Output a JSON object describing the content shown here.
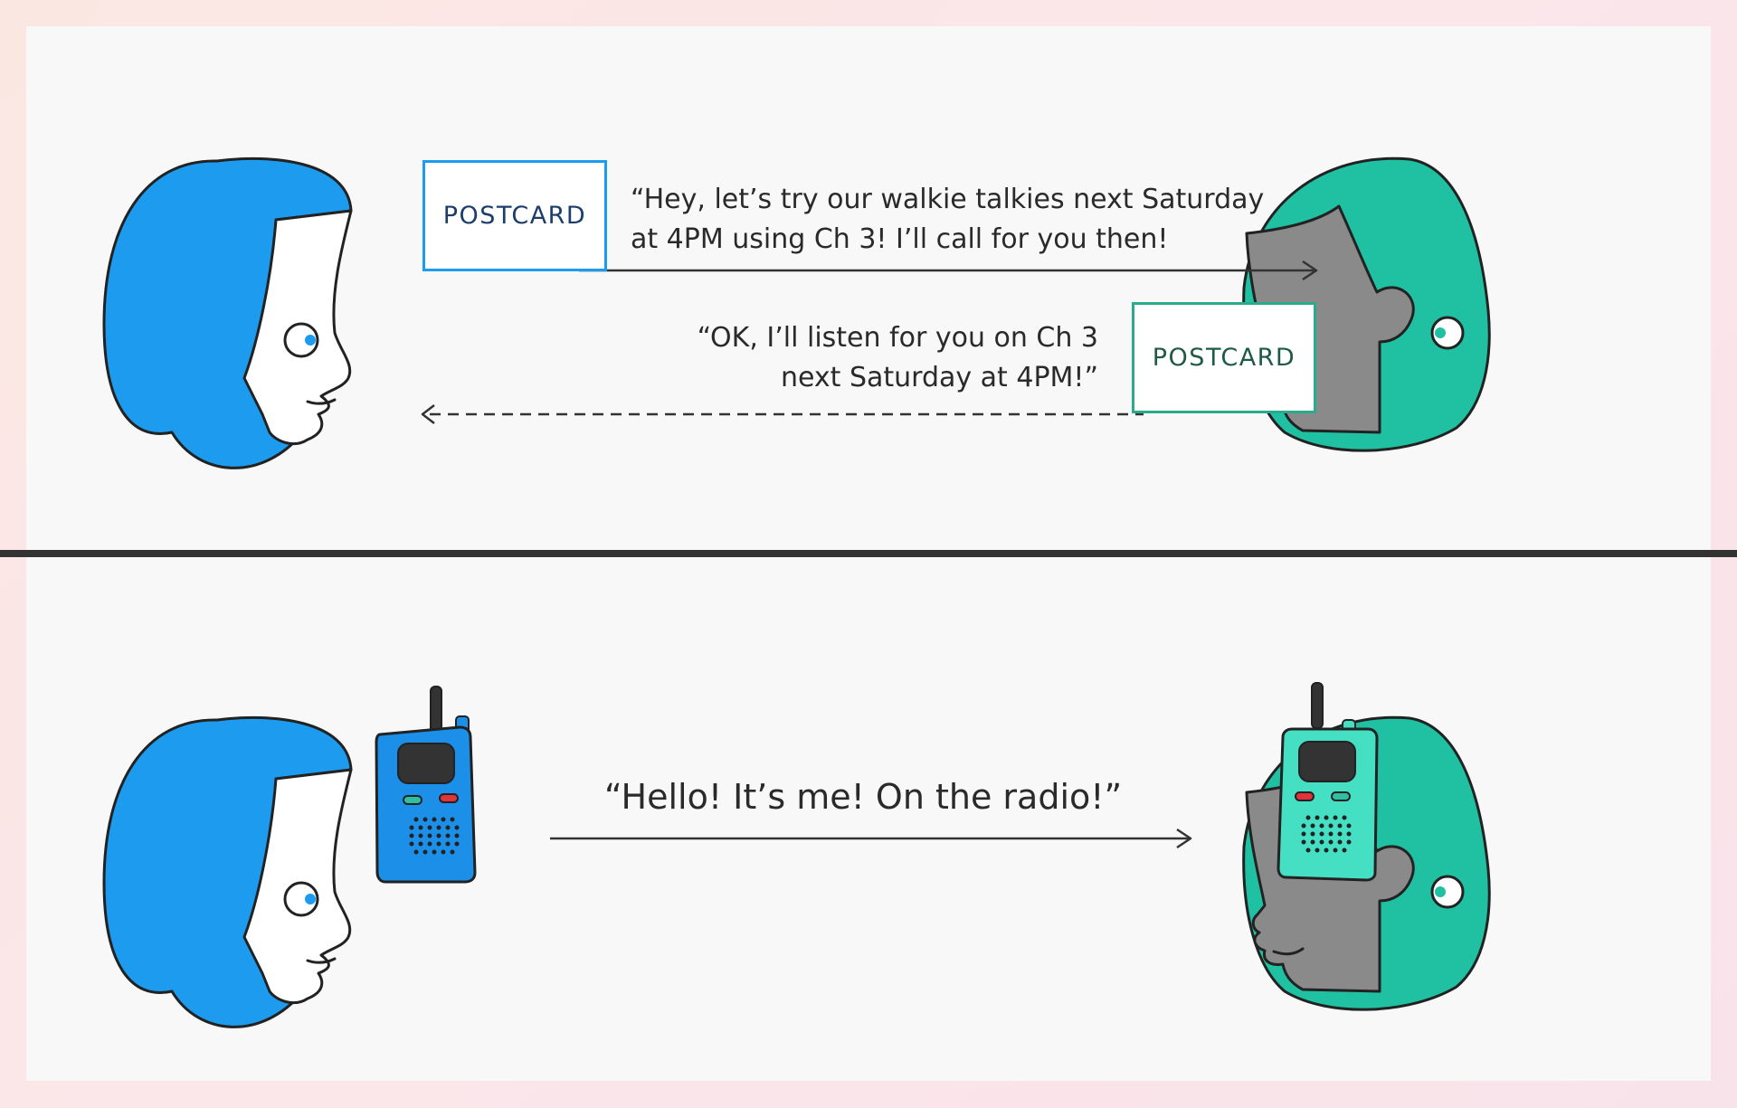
{
  "top_scene": {
    "postcard_sent": {
      "label": "POSTCARD",
      "color": "#1c9bef"
    },
    "postcard_reply": {
      "label": "POSTCARD",
      "color": "#2bab8e"
    },
    "message_sent": {
      "line1": "“Hey, let’s try our walkie talkies next Saturday",
      "line2": "at 4PM using Ch 3! I’ll call for you then!"
    },
    "message_reply": {
      "line1": "“OK, I’ll listen for you on Ch 3",
      "line2": "next Saturday at 4PM!”"
    }
  },
  "bottom_scene": {
    "radio_message": "“Hello! It’s me! On the radio!”"
  },
  "colors": {
    "person_left_hair": "#1c9bef",
    "person_right_hair": "#20c0a2",
    "person_right_skin": "#8a8a8a",
    "radio_left": "#1c8fe8",
    "radio_right": "#45dfc3",
    "divider": "#333333"
  }
}
